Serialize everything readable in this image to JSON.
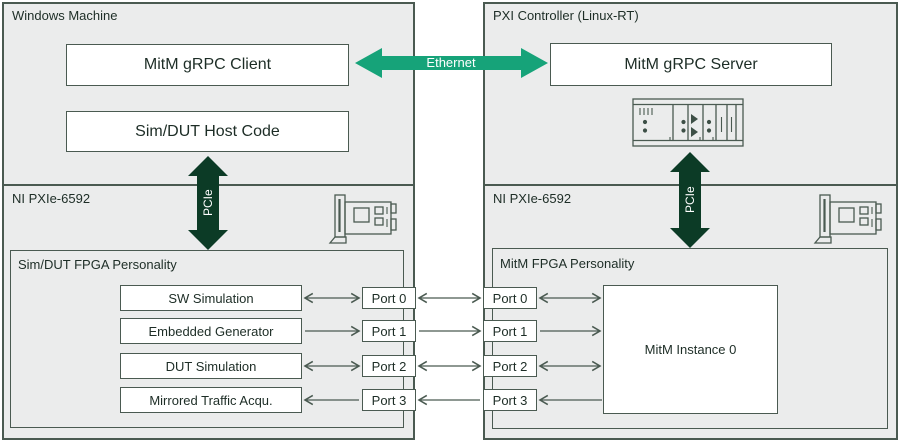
{
  "left_machine": {
    "title": "Windows Machine",
    "grpc_client": "MitM gRPC Client",
    "host_code": "Sim/DUT Host Code"
  },
  "right_machine": {
    "title": "PXI Controller (Linux-RT)",
    "grpc_server": "MitM gRPC Server"
  },
  "links": {
    "ethernet": "Ethernet",
    "pcie": "PCIe"
  },
  "left_device": {
    "title": "NI PXIe-6592",
    "personality_title": "Sim/DUT FPGA Personality",
    "modules": [
      "SW Simulation",
      "Embedded Generator",
      "DUT Simulation",
      "Mirrored Traffic Acqu."
    ],
    "ports": [
      "Port 0",
      "Port 1",
      "Port 2",
      "Port 3"
    ]
  },
  "right_device": {
    "title": "NI PXIe-6592",
    "personality_title": "MitM FPGA Personality",
    "ports": [
      "Port 0",
      "Port 1",
      "Port 2",
      "Port 3"
    ],
    "instance": "MitM Instance 0"
  },
  "icons": {
    "pxi_chassis": "pxi-chassis-icon",
    "pxie_card": "pxie-card-icon"
  },
  "colors": {
    "ethernet_arrow": "#16a379",
    "pcie_arrow": "#0c3b26",
    "border": "#4a5a51",
    "panel_background": "#ebecec",
    "box_background": "#ffffff",
    "text": "#1d2d26"
  }
}
